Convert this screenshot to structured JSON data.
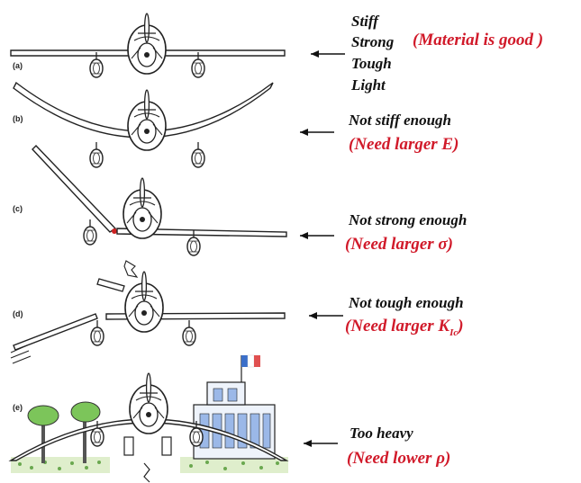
{
  "panels": [
    {
      "id": "a",
      "label": "(a)",
      "arrow_icon": "arrow-left-icon",
      "notes": [
        "Stiff",
        "Strong",
        "Tough",
        "Light"
      ],
      "callout": "(Material is good )"
    },
    {
      "id": "b",
      "label": "(b)",
      "arrow_icon": "arrow-left-icon",
      "note": "Not stiff enough",
      "callout": "(Need larger E)"
    },
    {
      "id": "c",
      "label": "(c)",
      "arrow_icon": "arrow-left-icon",
      "note": "Not strong enough",
      "callout": "(Need larger σ)"
    },
    {
      "id": "d",
      "label": "(d)",
      "arrow_icon": "arrow-left-icon",
      "note": "Not tough enough",
      "callout_main": "(Need larger K",
      "callout_sub": "Ic",
      "callout_end": ")"
    },
    {
      "id": "e",
      "label": "(e)",
      "arrow_icon": "arrow-left-icon",
      "note": "Too heavy",
      "callout": "(Need lower ρ)"
    }
  ],
  "colors": {
    "callout": "#d11a2a",
    "ink": "#111111",
    "flag_blue": "#3b6fc9",
    "flag_red": "#e05050",
    "tree": "#5aa83a"
  }
}
